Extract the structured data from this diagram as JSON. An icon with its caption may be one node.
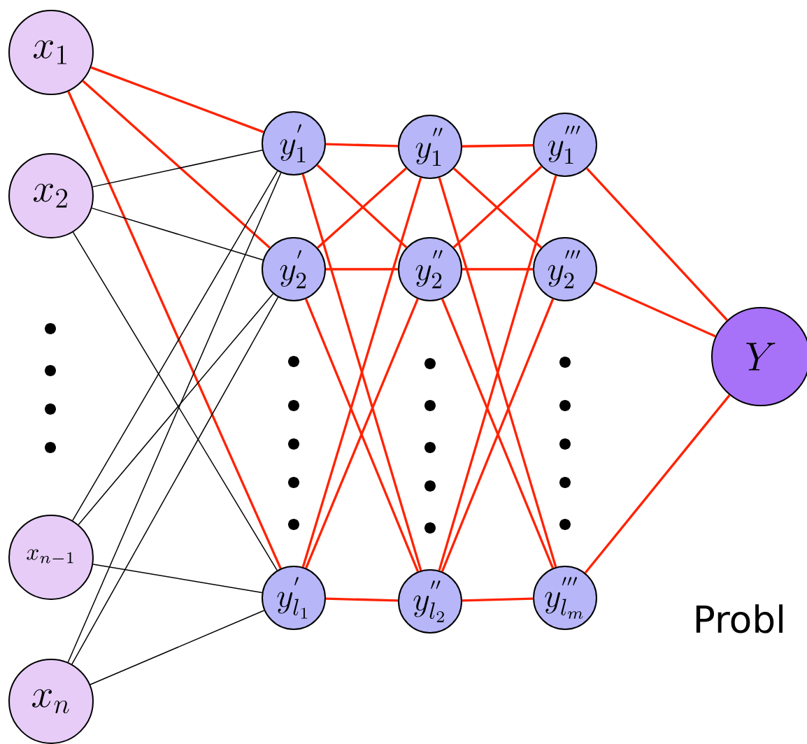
{
  "diagram": {
    "nodes": [
      {
        "text": [
          "x_1"
        ]
      },
      {
        "text": [
          "x_2"
        ]
      },
      {
        "text": [
          "x_{n-1}"
        ]
      },
      {
        "text": [
          "x_n"
        ]
      },
      {
        "text": [
          "y^{'}_1"
        ]
      },
      {
        "text": [
          "y^{'}_2"
        ]
      },
      {
        "text": [
          "y^{'}_{l_1}"
        ]
      },
      {
        "text": [
          "y^{''}_1"
        ]
      },
      {
        "text": [
          "y^{''}_2"
        ]
      },
      {
        "text": [
          "y^{''}_{l_2}"
        ]
      },
      {
        "text": [
          "y^{'''}_1"
        ]
      },
      {
        "text": [
          "y^{'''}_2"
        ]
      },
      {
        "text": [
          "y^{'''}_{l_m}"
        ]
      },
      {
        "text": [
          "Y"
        ]
      }
    ],
    "edges": [
      {
        "from": 0,
        "to": 4,
        "arrow": "none"
      },
      {
        "from": 0,
        "to": 5,
        "arrow": "none"
      },
      {
        "from": 0,
        "to": 6,
        "arrow": "none"
      },
      {
        "from": 1,
        "to": 4,
        "arrow": "none",
        "color": "#000000"
      },
      {
        "from": 1,
        "to": 5,
        "arrow": "none",
        "color": "#000000"
      },
      {
        "from": 1,
        "to": 6,
        "arrow": "none",
        "color": "#000000"
      },
      {
        "from": 2,
        "to": 4,
        "arrow": "none",
        "color": "#000000"
      },
      {
        "from": 2,
        "to": 5,
        "arrow": "none",
        "color": "#000000"
      },
      {
        "from": 2,
        "to": 6,
        "arrow": "none",
        "color": "#000000"
      },
      {
        "from": 3,
        "to": 4,
        "arrow": "none",
        "color": "#000000"
      },
      {
        "from": 3,
        "to": 5,
        "arrow": "none",
        "color": "#000000"
      },
      {
        "from": 3,
        "to": 6,
        "arrow": "none",
        "color": "#000000"
      },
      {
        "from": 4,
        "to": 7,
        "arrow": "none"
      },
      {
        "from": 4,
        "to": 8,
        "arrow": "none"
      },
      {
        "from": 4,
        "to": 9,
        "arrow": "none"
      },
      {
        "from": 5,
        "to": 7,
        "arrow": "none"
      },
      {
        "from": 5,
        "to": 8,
        "arrow": "none"
      },
      {
        "from": 5,
        "to": 9,
        "arrow": "none"
      },
      {
        "from": 6,
        "to": 7,
        "arrow": "none"
      },
      {
        "from": 6,
        "to": 8,
        "arrow": "none"
      },
      {
        "from": 6,
        "to": 9,
        "arrow": "none"
      },
      {
        "from": 7,
        "to": 10,
        "arrow": "none"
      },
      {
        "from": 7,
        "to": 11,
        "arrow": "none"
      },
      {
        "from": 7,
        "to": 12,
        "arrow": "none"
      },
      {
        "from": 8,
        "to": 10,
        "arrow": "none"
      },
      {
        "from": 8,
        "to": 11,
        "arrow": "none"
      },
      {
        "from": 8,
        "to": 12,
        "arrow": "none"
      },
      {
        "from": 9,
        "to": 10,
        "arrow": "none"
      },
      {
        "from": 9,
        "to": 11,
        "arrow": "none"
      },
      {
        "from": 9,
        "to": 12,
        "arrow": "none"
      },
      {
        "from": 10,
        "to": 13,
        "arrow": "none"
      },
      {
        "from": 11,
        "to": 13,
        "arrow": "none"
      },
      {
        "from": 12,
        "to": 13,
        "arrow": "none"
      }
    ],
    "labels": [
      "Probl"
    ]
  }
}
